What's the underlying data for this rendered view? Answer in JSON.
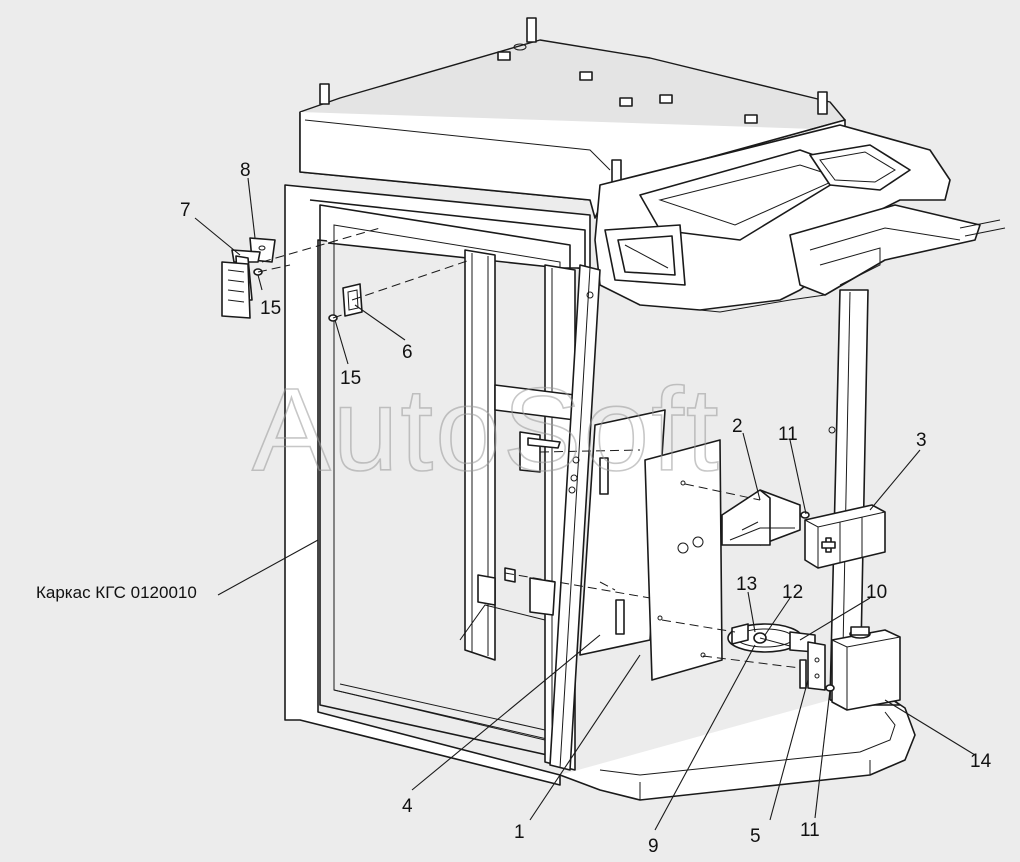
{
  "watermark": "AutoSoft",
  "assembly_label": "Каркас КГС 0120010",
  "callouts": [
    "1",
    "2",
    "3",
    "4",
    "5",
    "6",
    "7",
    "8",
    "9",
    "10",
    "11",
    "12",
    "13",
    "14",
    "15"
  ],
  "colors": {
    "line": "#1a1a1a",
    "background": "#ececec",
    "watermark": "#9a9a9a"
  },
  "icons": [
    "first-aid-cross-icon"
  ]
}
